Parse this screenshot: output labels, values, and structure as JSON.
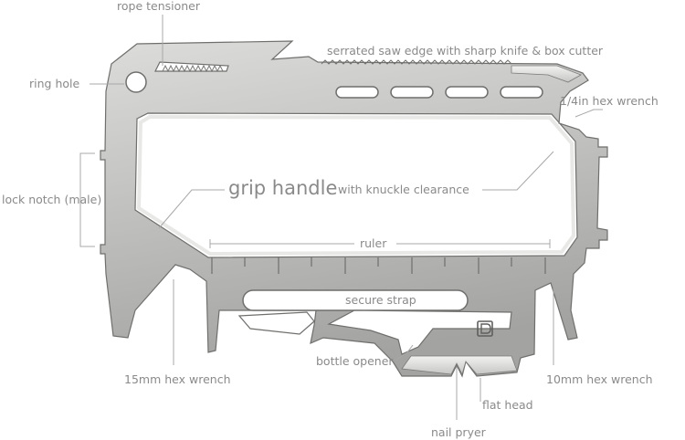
{
  "labels": {
    "rope_tensioner": "rope tensioner",
    "saw_edge": "serrated saw edge with sharp knife & box cutter",
    "ring_hole": "ring hole",
    "hex_quarter": "1/4in hex wrench",
    "lock_notch": "lock notch (male)",
    "grip_main": "grip handle",
    "grip_sub": "with knuckle clearance",
    "ruler": "ruler",
    "secure_strap": "secure strap",
    "hex_15mm": "15mm hex wrench",
    "bottle_opener": "bottle opener",
    "hex_10mm": "10mm hex wrench",
    "flat_head": "flat head",
    "nail_pryer": "nail pryer"
  },
  "colors": {
    "steel_light": "#d9d9d7",
    "steel_mid": "#b3b3b1",
    "steel_dark": "#8a8a88",
    "steel_edge": "#6f6f6d",
    "label": "#8a8a8a",
    "leader": "#a8a8a8"
  },
  "icons": {
    "brand_mark": "brand-d-logo-icon"
  }
}
